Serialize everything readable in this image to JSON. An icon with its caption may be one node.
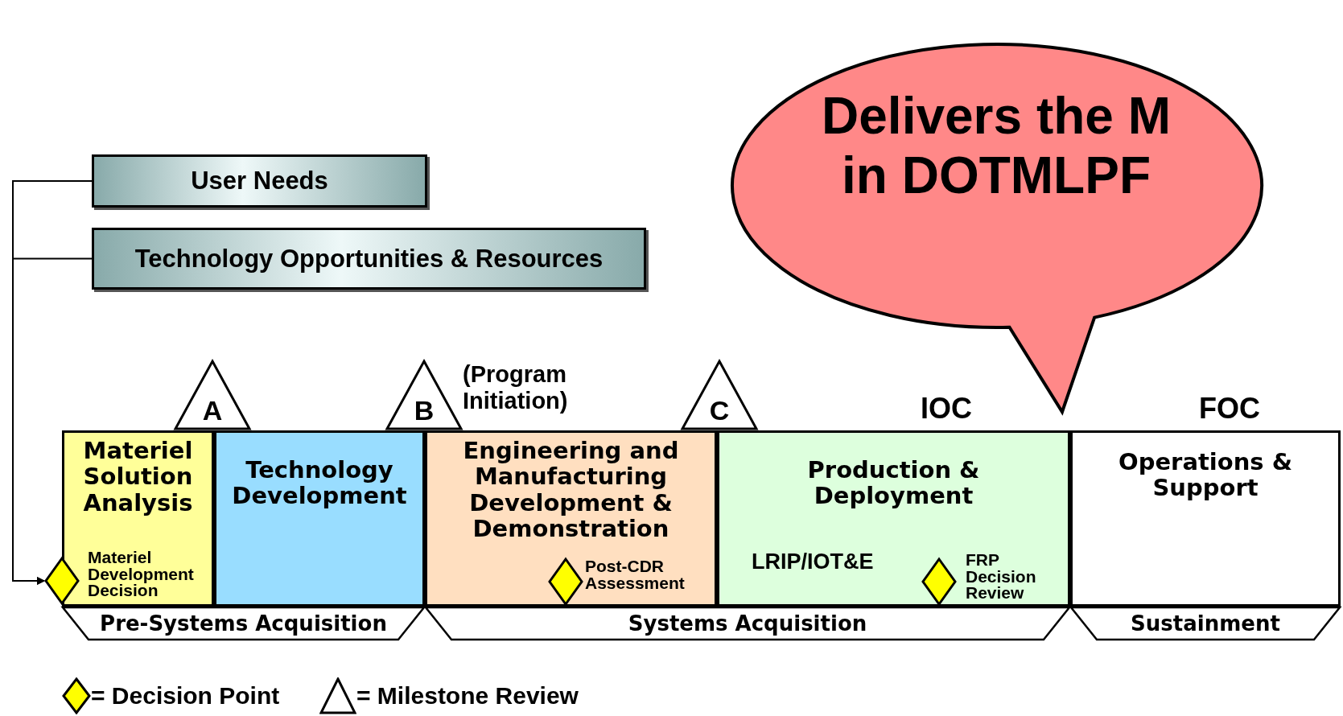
{
  "diagram": {
    "nodes": [
      {
        "text": [
          "User Needs"
        ]
      },
      {
        "text": [
          "Technology Opportunities & Resources"
        ]
      },
      {
        "text": [
          "Materiel Solution Analysis"
        ]
      },
      {
        "text": [
          "Technology Development"
        ]
      },
      {
        "text": [
          "Engineering and Manufacturing Development & Demonstration"
        ]
      },
      {
        "text": [
          "Production & Deployment",
          "LRIP/IOT&E"
        ]
      },
      {
        "text": [
          "Operations & Support"
        ]
      },
      {
        "text": [],
        "shape": "diamond"
      },
      {
        "text": [],
        "shape": "diamond",
        "in": 4,
        "beside": [
          "Post-CDR Assessment"
        ]
      },
      {
        "text": [],
        "shape": "diamond",
        "in": 5,
        "beside": [
          "FRP Decision Review"
        ]
      },
      {
        "text": [
          "A"
        ]
      },
      {
        "text": [
          "B"
        ],
        "beside": [
          "(Program Initiation)"
        ]
      },
      {
        "text": [
          "C"
        ]
      },
      {
        "text": [
          "Pre-Systems Acquisition"
        ]
      },
      {
        "text": [
          "Systems Acquisition"
        ]
      },
      {
        "text": [
          "Sustainment"
        ]
      },
      {
        "text": [
          "Delivers the M in DOTMLPF"
        ]
      }
    ],
    "edges": [
      {
        "from": 0,
        "to": 7,
        "arrow": "to"
      },
      {
        "from": 1,
        "to": 7,
        "arrow": "to"
      }
    ],
    "labels": [
      "Materiel Development Decision",
      "IOC",
      "FOC"
    ],
    "legend": [
      {
        "text": "= Decision Point"
      },
      {
        "text": "= Milestone Review"
      }
    ]
  }
}
